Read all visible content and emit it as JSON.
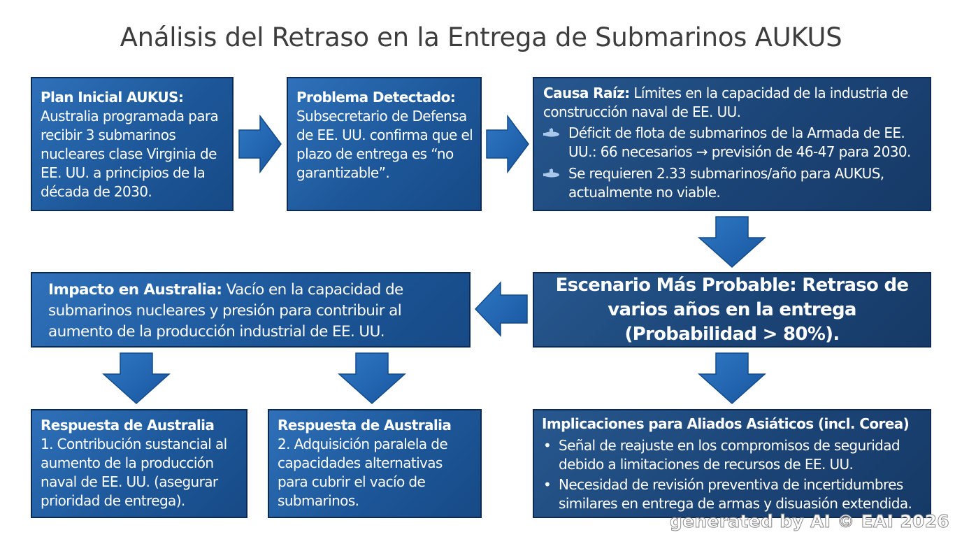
{
  "title": "Análisis del Retraso en la Entrega de Submarinos AUKUS",
  "plan": {
    "heading": "Plan Inicial AUKUS:",
    "body": "Australia programada para recibir 3 submarinos nucleares clase Virginia de EE. UU. a principios de la década de 2030."
  },
  "problema": {
    "heading": "Problema Detectado:",
    "body": "Subsecretario de Defensa de EE. UU. confirma que el plazo de entrega es “no garantizable”."
  },
  "causa": {
    "heading": "Causa Raíz:",
    "body": " Límites en la capacidad de la industria de construcción naval de EE. UU.",
    "items": [
      {
        "icon": "submarine-icon",
        "text": "Déficit de flota de submarinos de la Armada de EE. UU.: 66 necesarios → previsión de 46-47 para 2030."
      },
      {
        "icon": "submarine-icon",
        "text": "Se requieren 2.33 submarinos/año para AUKUS, actualmente no viable."
      }
    ]
  },
  "escenario": {
    "heading": "Escenario Más Probable:",
    "body": " Retraso de varios años en la entrega (Probabilidad > 80%)."
  },
  "impacto": {
    "heading": "Impacto en Australia:",
    "body": " Vacío en la capacidad de submarinos nucleares y presión para contribuir al aumento de la producción industrial de EE. UU."
  },
  "respuesta1": {
    "heading": "Respuesta de Australia",
    "body": "1. Contribución sustancial al aumento de la producción naval de EE. UU. (asegurar prioridad de entrega)."
  },
  "respuesta2": {
    "heading": "Respuesta de Australia",
    "body": "2. Adquisición paralela de capacidades alternativas para cubrir el vacío de submarinos."
  },
  "implicaciones": {
    "heading": "Implicaciones para Aliados Asiáticos (incl. Corea)",
    "bullet": "•",
    "items": [
      "Señal de reajuste en los compromisos de seguridad debido a limitaciones de recursos de EE. UU.",
      "Necesidad de revisión preventiva de incertidumbres similares en entrega de armas y disuasión extendida."
    ]
  },
  "colors": {
    "box_blue": "#1d5799",
    "box_navy": "#1b4476",
    "arrow": "#1f62ad",
    "title": "#3d3d3d"
  },
  "watermark": "generated by AI © EAI 2026"
}
